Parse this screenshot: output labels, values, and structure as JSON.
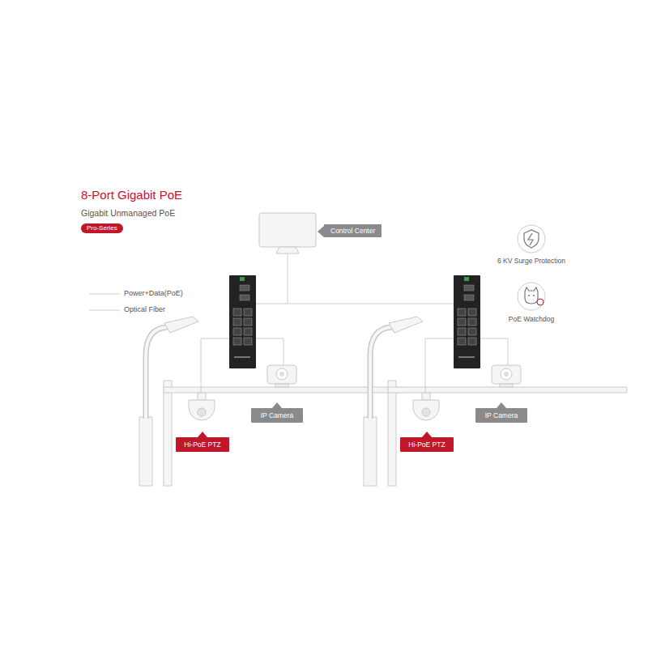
{
  "diagram": {
    "title": "8-Port Gigabit PoE",
    "nodes": [
      {
        "text": [
          "Pro-Series"
        ]
      },
      {
        "text": [
          "Control Center"
        ]
      },
      {
        "text": [
          "IP Camera"
        ]
      },
      {
        "text": [
          "Hi-PoE PTZ"
        ]
      },
      {
        "text": [
          "IP Camera"
        ]
      },
      {
        "text": [
          "Hi-PoE PTZ"
        ]
      }
    ],
    "labels": [
      "Gigabit Unmanaged PoE",
      "6 KV Surge Protection",
      "PoE Watchdog"
    ],
    "legend": [
      {
        "text": "Power+Data(PoE)"
      },
      {
        "text": "Optical Fiber"
      }
    ]
  }
}
